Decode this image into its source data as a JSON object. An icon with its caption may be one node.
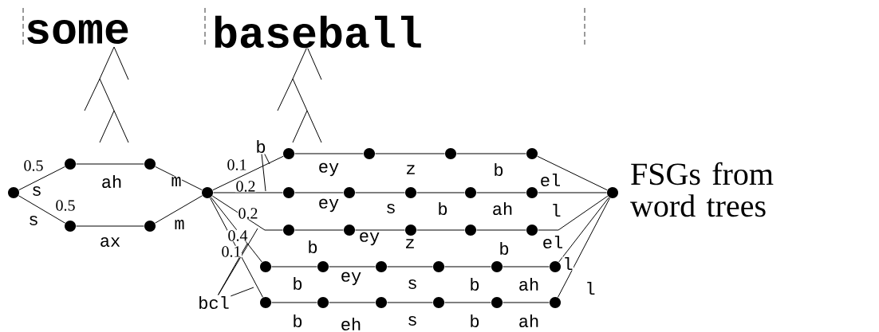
{
  "diagram": {
    "nodes": [
      {
        "text": [],
        "shape": "circle"
      },
      {
        "text": [],
        "shape": "circle"
      },
      {
        "text": [],
        "shape": "circle"
      },
      {
        "text": [],
        "shape": "circle"
      },
      {
        "text": [],
        "shape": "circle"
      },
      {
        "text": [],
        "shape": "circle"
      },
      {
        "text": [],
        "shape": "circle"
      },
      {
        "text": [],
        "shape": "circle"
      },
      {
        "text": [],
        "shape": "circle"
      },
      {
        "text": [],
        "shape": "circle"
      },
      {
        "text": [],
        "shape": "circle"
      },
      {
        "text": [],
        "shape": "circle"
      },
      {
        "text": [],
        "shape": "circle"
      },
      {
        "text": [],
        "shape": "circle"
      },
      {
        "text": [],
        "shape": "circle"
      },
      {
        "text": [],
        "shape": "circle"
      },
      {
        "text": [],
        "shape": "circle"
      },
      {
        "text": [],
        "shape": "circle"
      },
      {
        "text": [],
        "shape": "circle"
      },
      {
        "text": [],
        "shape": "circle"
      },
      {
        "text": [],
        "shape": "circle"
      },
      {
        "text": [],
        "shape": "circle"
      },
      {
        "text": [],
        "shape": "circle"
      },
      {
        "text": [],
        "shape": "circle"
      },
      {
        "text": [],
        "shape": "circle"
      },
      {
        "text": [],
        "shape": "circle"
      },
      {
        "text": [],
        "shape": "circle"
      },
      {
        "text": [],
        "shape": "circle"
      },
      {
        "text": [],
        "shape": "circle"
      },
      {
        "text": [],
        "shape": "circle"
      },
      {
        "text": [],
        "shape": "circle"
      },
      {
        "text": [],
        "shape": "circle"
      },
      {
        "text": [],
        "shape": "circle"
      },
      {
        "text": [
          "b"
        ]
      },
      {
        "text": [
          "bcl"
        ]
      }
    ],
    "edges": [
      {
        "from": 0,
        "to": 1,
        "arrow": "none",
        "label": "s"
      },
      {
        "from": 1,
        "to": 2,
        "arrow": "none",
        "label": "ah"
      },
      {
        "from": 2,
        "to": 5,
        "arrow": "none",
        "label": "m"
      },
      {
        "from": 0,
        "to": 3,
        "arrow": "none",
        "label": "s"
      },
      {
        "from": 3,
        "to": 4,
        "arrow": "none",
        "label": "ax"
      },
      {
        "from": 4,
        "to": 5,
        "arrow": "none",
        "label": "m"
      },
      {
        "from": 5,
        "to": 6,
        "arrow": "none",
        "label": "0.1"
      },
      {
        "from": 6,
        "to": 7,
        "arrow": "none",
        "label": "ey"
      },
      {
        "from": 7,
        "to": 8,
        "arrow": "none",
        "label": "z"
      },
      {
        "from": 8,
        "to": 9,
        "arrow": "none",
        "label": "b"
      },
      {
        "from": 9,
        "to": 32,
        "arrow": "none",
        "label": "el"
      },
      {
        "from": 5,
        "to": 10,
        "arrow": "none",
        "label": "0.2"
      },
      {
        "from": 10,
        "to": 11,
        "arrow": "none",
        "label": "ey"
      },
      {
        "from": 11,
        "to": 12,
        "arrow": "none",
        "label": "s"
      },
      {
        "from": 12,
        "to": 13,
        "arrow": "none",
        "label": "b"
      },
      {
        "from": 13,
        "to": 14,
        "arrow": "none",
        "label": "ah"
      },
      {
        "from": 14,
        "to": 32,
        "arrow": "none",
        "label": "l"
      },
      {
        "from": 5,
        "to": 15,
        "arrow": "none",
        "label": "0.2"
      },
      {
        "from": 15,
        "to": 16,
        "arrow": "none",
        "label": "b"
      },
      {
        "from": 16,
        "to": 17,
        "arrow": "none",
        "label": "ey"
      },
      {
        "from": 17,
        "to": 18,
        "arrow": "none",
        "label": "z"
      },
      {
        "from": 18,
        "to": 19,
        "arrow": "none",
        "label": "b"
      },
      {
        "from": 19,
        "to": 32,
        "arrow": "none",
        "label": "el"
      },
      {
        "from": 5,
        "to": 20,
        "arrow": "none",
        "label": "0.4"
      },
      {
        "from": 20,
        "to": 21,
        "arrow": "none",
        "label": "b"
      },
      {
        "from": 21,
        "to": 22,
        "arrow": "none",
        "label": "ey"
      },
      {
        "from": 22,
        "to": 23,
        "arrow": "none",
        "label": "s"
      },
      {
        "from": 23,
        "to": 24,
        "arrow": "none",
        "label": "b"
      },
      {
        "from": 24,
        "to": 25,
        "arrow": "none",
        "label": "ah"
      },
      {
        "from": 25,
        "to": 32,
        "arrow": "none",
        "label": "l"
      },
      {
        "from": 5,
        "to": 26,
        "arrow": "none",
        "label": "0.1"
      },
      {
        "from": 26,
        "to": 27,
        "arrow": "none",
        "label": "b"
      },
      {
        "from": 27,
        "to": 28,
        "arrow": "none",
        "label": "eh"
      },
      {
        "from": 28,
        "to": 29,
        "arrow": "none",
        "label": "s"
      },
      {
        "from": 29,
        "to": 30,
        "arrow": "none",
        "label": "b"
      },
      {
        "from": 30,
        "to": 31,
        "arrow": "none",
        "label": "ah"
      },
      {
        "from": 31,
        "to": 32,
        "arrow": "none",
        "label": "l"
      },
      {
        "from": 33,
        "to": null,
        "arrow": "none"
      },
      {
        "from": 33,
        "to": null,
        "arrow": "none"
      },
      {
        "from": 34,
        "to": null,
        "arrow": "none"
      },
      {
        "from": 34,
        "to": null,
        "arrow": "none"
      },
      {
        "from": 34,
        "to": null,
        "arrow": "none"
      }
    ],
    "labels": [
      "some",
      "baseball",
      "0.5",
      "FSGs from word trees",
      "0.5"
    ]
  }
}
